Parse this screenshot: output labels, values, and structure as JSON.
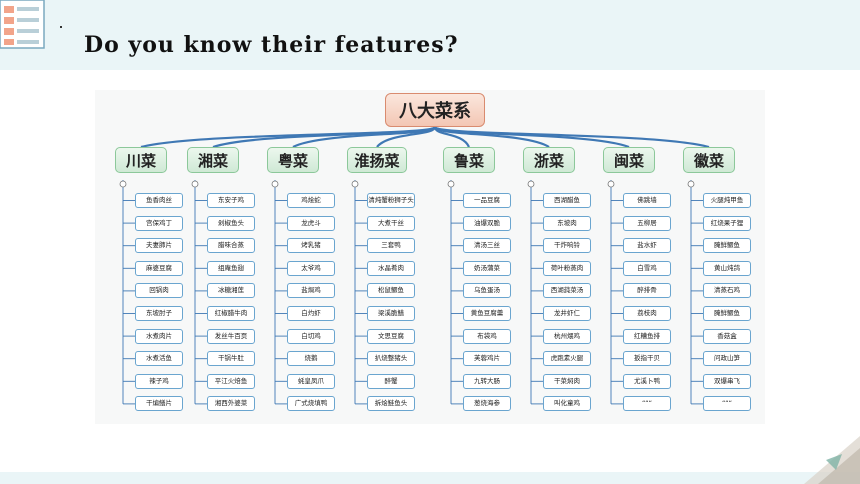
{
  "slide": {
    "heading": "Do you know their features?",
    "colors": {
      "top_bar": "#eaf5f7",
      "root_fill": "#f3c7b4",
      "category_fill": "#cfe9d5",
      "dish_border": "#6aa5cf",
      "connector": "#3f78b4"
    },
    "icons": [
      "document-list-icon",
      "ruler-triangle-icon"
    ]
  },
  "diagram": {
    "root": "八大菜系",
    "categories": [
      {
        "label": "川菜",
        "dishes": [
          "鱼香肉丝",
          "宫保鸡丁",
          "夫妻肺片",
          "麻婆豆腐",
          "回锅肉",
          "东坡肘子",
          "水煮肉片",
          "水煮活鱼",
          "辣子鸡",
          "干煸鳝片"
        ]
      },
      {
        "label": "湘菜",
        "dishes": [
          "东安子鸡",
          "剁椒鱼头",
          "腊味合蒸",
          "组庵鱼翅",
          "冰糖湘莲",
          "红椒腊牛肉",
          "发丝牛百页",
          "干锅牛肚",
          "平江火焙鱼",
          "湘西外婆菜"
        ]
      },
      {
        "label": "粤菜",
        "dishes": [
          "鸡烩蛇",
          "龙虎斗",
          "烤乳猪",
          "太爷鸡",
          "盐焗鸡",
          "白灼虾",
          "白切鸡",
          "烧鹅",
          "蚝皇凤爪",
          "广式烧填鸭"
        ]
      },
      {
        "label": "淮扬菜",
        "dishes": [
          "清炖蟹粉狮子头",
          "大煮干丝",
          "三套鸭",
          "水晶肴肉",
          "松鼠鳜鱼",
          "梁溪脆鳝",
          "文思豆腐",
          "扒烧整猪头",
          "醉蟹",
          "拆烩鲢鱼头"
        ]
      },
      {
        "label": "鲁菜",
        "dishes": [
          "一品豆腐",
          "油爆双脆",
          "清汤三丝",
          "奶汤蒲菜",
          "乌鱼蛋汤",
          "黄鱼豆腐羹",
          "布袋鸡",
          "芙蓉鸡片",
          "九转大肠",
          "葱烧海参"
        ]
      },
      {
        "label": "浙菜",
        "dishes": [
          "西湖醋鱼",
          "东坡肉",
          "干炸响铃",
          "荷叶粉蒸肉",
          "西湖莼菜汤",
          "龙井虾仁",
          "杭州煨鸡",
          "虎跑素火腿",
          "干菜焖肉",
          "叫化童鸡"
        ]
      },
      {
        "label": "闽菜",
        "dishes": [
          "佛跳墙",
          "五柳居",
          "盐水虾",
          "白雪鸡",
          "醉排骨",
          "荔枝肉",
          "红糟鱼排",
          "扳指干贝",
          "尤溪卜鸭",
          "“““"
        ]
      },
      {
        "label": "徽菜",
        "dishes": [
          "火腿炖甲鱼",
          "红烧果子狸",
          "腌鲜鳜鱼",
          "黄山炖鸽",
          "清蒸石鸡",
          "腌鲜鳜鱼",
          "香菇盒",
          "问政山笋",
          "双爆串飞",
          "“““"
        ]
      }
    ]
  }
}
